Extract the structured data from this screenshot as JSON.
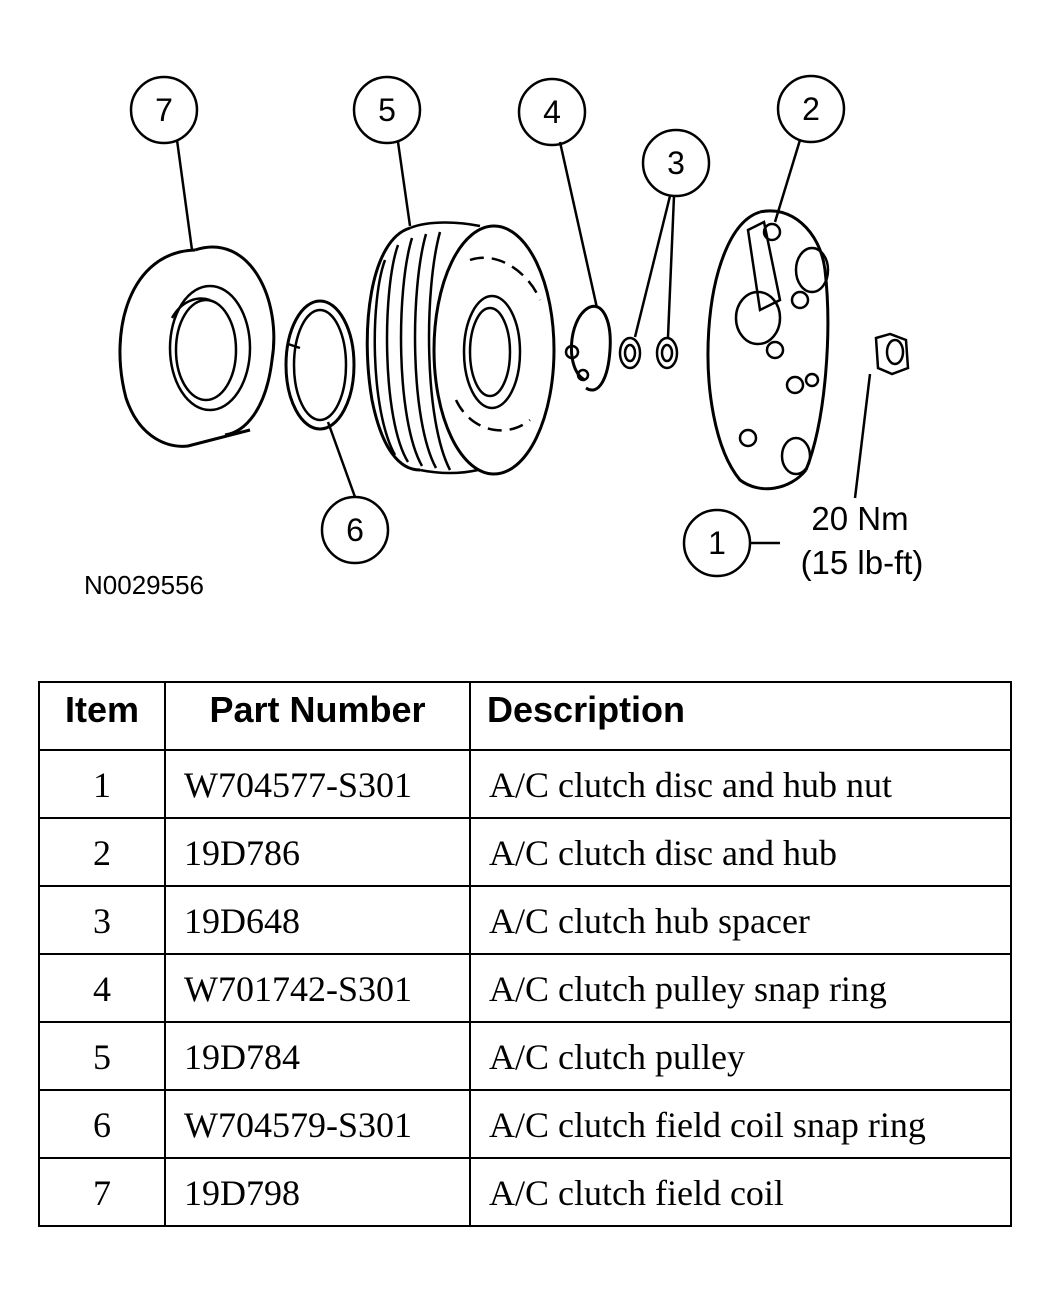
{
  "figure": {
    "callouts": [
      "7",
      "5",
      "4",
      "3",
      "2",
      "6",
      "1"
    ],
    "torque_line1": "20 Nm",
    "torque_line2": "(15 lb-ft)",
    "figure_id": "N0029556"
  },
  "table": {
    "headers": [
      "Item",
      "Part Number",
      "Description"
    ],
    "rows": [
      {
        "item": "1",
        "part": "W704577-S301",
        "desc": "A/C clutch disc and hub nut"
      },
      {
        "item": "2",
        "part": "19D786",
        "desc": "A/C clutch disc and hub"
      },
      {
        "item": "3",
        "part": "19D648",
        "desc": "A/C clutch hub spacer"
      },
      {
        "item": "4",
        "part": "W701742-S301",
        "desc": "A/C clutch pulley snap ring"
      },
      {
        "item": "5",
        "part": "19D784",
        "desc": "A/C clutch pulley"
      },
      {
        "item": "6",
        "part": "W704579-S301",
        "desc": "A/C clutch field coil snap ring"
      },
      {
        "item": "7",
        "part": "19D798",
        "desc": "A/C clutch field coil"
      }
    ]
  }
}
